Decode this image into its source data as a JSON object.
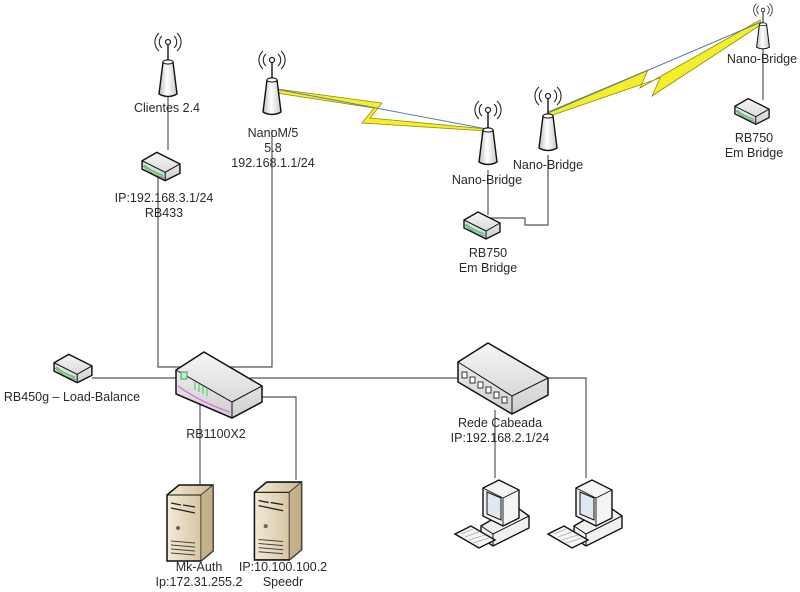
{
  "diagram": {
    "title": "",
    "nodes": {
      "clientes_antenna": {
        "type": "antenna",
        "lines": [
          "Clientes 2.4"
        ]
      },
      "rb433_router": {
        "type": "router",
        "lines": [
          "IP:192.168.3.1/24",
          "RB433"
        ]
      },
      "nanom5_antenna": {
        "type": "antenna",
        "lines": [
          "NanoM/5",
          "5.8",
          "192.168.1.1/24"
        ]
      },
      "nano_bridge_1": {
        "type": "antenna",
        "lines": [
          "Nano-Bridge"
        ]
      },
      "nano_bridge_2": {
        "type": "antenna",
        "lines": [
          "Nano-Bridge"
        ]
      },
      "rb750_center": {
        "type": "router",
        "lines": [
          "RB750",
          "Em Bridge"
        ]
      },
      "nano_bridge_3": {
        "type": "antenna",
        "lines": [
          "Nano-Bridge"
        ]
      },
      "rb750_right": {
        "type": "router",
        "lines": [
          "RB750",
          "Em Bridge"
        ]
      },
      "rb450g": {
        "type": "router",
        "lines": [
          "RB450g – Load-Balance"
        ]
      },
      "rb1100x2": {
        "type": "core-router",
        "lines": [
          "RB1100X2"
        ]
      },
      "rede_cabeada": {
        "type": "switch",
        "lines": [
          "Rede Cabeada",
          "IP:192.168.2.1/24"
        ]
      },
      "mk_auth": {
        "type": "server",
        "lines": [
          "Mk-Auth",
          "Ip:172.31.255.2"
        ]
      },
      "speedr": {
        "type": "server",
        "lines": [
          "IP:10.100.100.2",
          "Speedr"
        ]
      },
      "pc_1": {
        "type": "workstation",
        "lines": []
      },
      "pc_2": {
        "type": "workstation",
        "lines": []
      }
    },
    "links": [
      {
        "from": "clientes_antenna",
        "to": "rb433_router",
        "kind": "wired"
      },
      {
        "from": "rb433_router",
        "to": "rb1100x2",
        "kind": "wired"
      },
      {
        "from": "nanom5_antenna",
        "to": "rb1100x2",
        "kind": "wired"
      },
      {
        "from": "nanom5_antenna",
        "to": "nano_bridge_1",
        "kind": "wireless"
      },
      {
        "from": "nano_bridge_1",
        "to": "rb750_center",
        "kind": "wired"
      },
      {
        "from": "nano_bridge_2",
        "to": "rb750_center",
        "kind": "wired"
      },
      {
        "from": "nano_bridge_2",
        "to": "nano_bridge_3",
        "kind": "wireless"
      },
      {
        "from": "nano_bridge_3",
        "to": "rb750_right",
        "kind": "wired"
      },
      {
        "from": "rb450g",
        "to": "rb1100x2",
        "kind": "wired"
      },
      {
        "from": "rb1100x2",
        "to": "rede_cabeada",
        "kind": "wired"
      },
      {
        "from": "rb1100x2",
        "to": "mk_auth",
        "kind": "wired"
      },
      {
        "from": "rb1100x2",
        "to": "speedr",
        "kind": "wired"
      },
      {
        "from": "rede_cabeada",
        "to": "pc_1",
        "kind": "wired"
      },
      {
        "from": "rede_cabeada",
        "to": "pc_2",
        "kind": "wired"
      }
    ],
    "colors": {
      "wire": "#555555",
      "wireless_bolt": "#f2ee2a",
      "wireless_edge": "#5a7da8",
      "device_body": "#e9e9e9",
      "device_outline": "#111111",
      "server_body": "#e9dcc0",
      "led_green": "#4bd16a",
      "led_magenta": "#d86be0"
    }
  }
}
